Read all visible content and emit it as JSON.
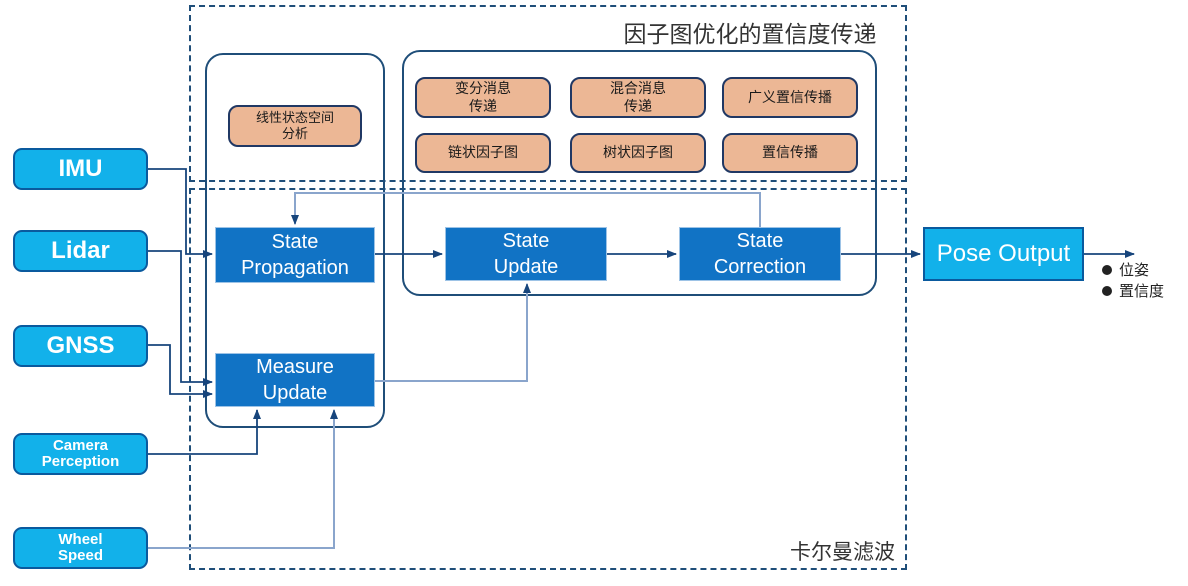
{
  "titles": {
    "factor_graph": "因子图优化的置信度传递",
    "kalman": "卡尔曼滤波"
  },
  "inputs": [
    {
      "label": "IMU"
    },
    {
      "label": "Lidar"
    },
    {
      "label": "GNSS"
    },
    {
      "label": "Camera\nPerception"
    },
    {
      "label": "Wheel\nSpeed"
    }
  ],
  "analysis": {
    "label": "线性状态空间\n分析"
  },
  "methods": [
    {
      "label": "变分消息\n传递"
    },
    {
      "label": "混合消息\n传递"
    },
    {
      "label": "广义置信传播"
    },
    {
      "label": "链状因子图"
    },
    {
      "label": "树状因子图"
    },
    {
      "label": "置信传播"
    }
  ],
  "stages": [
    {
      "label": "State\nPropagation"
    },
    {
      "label": "Measure\nUpdate"
    },
    {
      "label": "State\nUpdate"
    },
    {
      "label": "State\nCorrection"
    }
  ],
  "output": {
    "label": "Pose Output"
  },
  "output_bullets": [
    {
      "label": "位姿"
    },
    {
      "label": "置信度"
    }
  ],
  "colors": {
    "input_fill": "#12b1ea",
    "input_border": "#0a5a9e",
    "stage_fill": "#1173c5",
    "method_fill": "#ecb795",
    "method_border": "#203864",
    "frame_border": "#1f4e79",
    "connector_dark": "#17457c",
    "connector_light": "#8aa5cc",
    "title_text": "#333333"
  }
}
